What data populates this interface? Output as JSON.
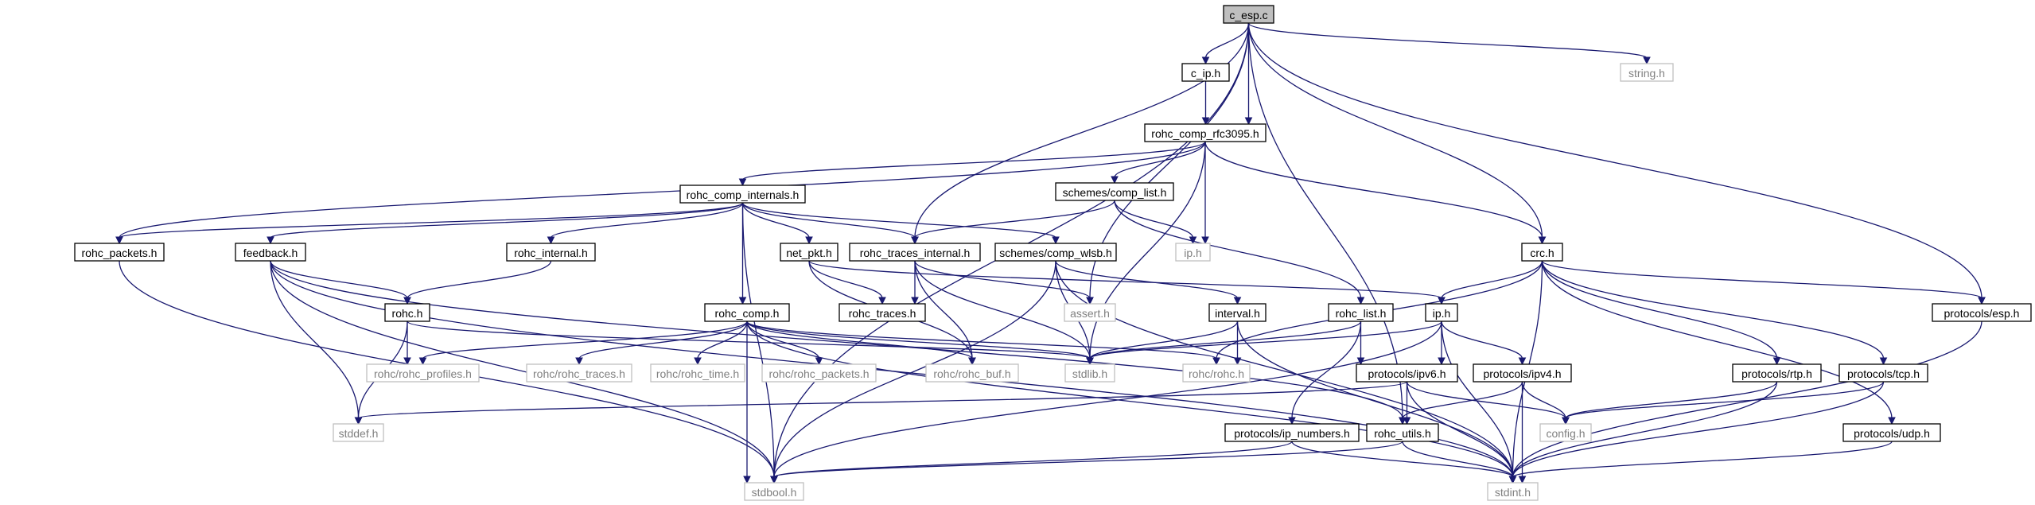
{
  "colors": {
    "edge": "#191970",
    "documented_border": "#000000",
    "undocumented_border": "#bfbfbf",
    "root_fill": "#bfbfbf",
    "undocumented_text": "#808080"
  },
  "nodes": [
    {
      "id": "c_esp_c",
      "label": "c_esp.c",
      "kind": "root"
    },
    {
      "id": "c_ip_h",
      "label": "c_ip.h",
      "kind": "documented"
    },
    {
      "id": "string_h",
      "label": "string.h",
      "kind": "undocumented"
    },
    {
      "id": "rohc_comp_rfc3095_h",
      "label": "rohc_comp_rfc3095.h",
      "kind": "documented"
    },
    {
      "id": "rohc_comp_internals_h",
      "label": "rohc_comp_internals.h",
      "kind": "documented"
    },
    {
      "id": "schemes_comp_list_h",
      "label": "schemes/comp_list.h",
      "kind": "documented"
    },
    {
      "id": "rohc_packets_h",
      "label": "rohc_packets.h",
      "kind": "documented"
    },
    {
      "id": "feedback_h",
      "label": "feedback.h",
      "kind": "documented"
    },
    {
      "id": "rohc_internal_h",
      "label": "rohc_internal.h",
      "kind": "documented"
    },
    {
      "id": "net_pkt_h",
      "label": "net_pkt.h",
      "kind": "documented"
    },
    {
      "id": "rohc_traces_internal_h",
      "label": "rohc_traces_internal.h",
      "kind": "documented"
    },
    {
      "id": "schemes_comp_wlsb_h",
      "label": "schemes/comp_wlsb.h",
      "kind": "documented"
    },
    {
      "id": "ip_h_small",
      "label": "ip.h",
      "kind": "undocumented"
    },
    {
      "id": "crc_h",
      "label": "crc.h",
      "kind": "documented"
    },
    {
      "id": "rohc_h",
      "label": "rohc.h",
      "kind": "documented"
    },
    {
      "id": "rohc_comp_h",
      "label": "rohc_comp.h",
      "kind": "documented"
    },
    {
      "id": "rohc_traces_h",
      "label": "rohc_traces.h",
      "kind": "documented"
    },
    {
      "id": "assert_h",
      "label": "assert.h",
      "kind": "undocumented"
    },
    {
      "id": "interval_h",
      "label": "interval.h",
      "kind": "documented"
    },
    {
      "id": "rohc_list_h",
      "label": "rohc_list.h",
      "kind": "documented"
    },
    {
      "id": "ip_h",
      "label": "ip.h",
      "kind": "documented"
    },
    {
      "id": "protocols_esp_h",
      "label": "protocols/esp.h",
      "kind": "documented"
    },
    {
      "id": "rohc_rohc_profiles_h",
      "label": "rohc/rohc_profiles.h",
      "kind": "undocumented"
    },
    {
      "id": "rohc_rohc_traces_h",
      "label": "rohc/rohc_traces.h",
      "kind": "undocumented"
    },
    {
      "id": "rohc_rohc_time_h",
      "label": "rohc/rohc_time.h",
      "kind": "undocumented"
    },
    {
      "id": "rohc_rohc_packets_h",
      "label": "rohc/rohc_packets.h",
      "kind": "undocumented"
    },
    {
      "id": "rohc_rohc_buf_h",
      "label": "rohc/rohc_buf.h",
      "kind": "undocumented"
    },
    {
      "id": "stdlib_h",
      "label": "stdlib.h",
      "kind": "undocumented"
    },
    {
      "id": "rohc_rohc_h",
      "label": "rohc/rohc.h",
      "kind": "undocumented"
    },
    {
      "id": "protocols_ipv6_h",
      "label": "protocols/ipv6.h",
      "kind": "documented"
    },
    {
      "id": "protocols_ipv4_h",
      "label": "protocols/ipv4.h",
      "kind": "documented"
    },
    {
      "id": "protocols_rtp_h",
      "label": "protocols/rtp.h",
      "kind": "documented"
    },
    {
      "id": "protocols_tcp_h",
      "label": "protocols/tcp.h",
      "kind": "documented"
    },
    {
      "id": "stddef_h",
      "label": "stddef.h",
      "kind": "undocumented"
    },
    {
      "id": "protocols_ip_numbers_h",
      "label": "protocols/ip_numbers.h",
      "kind": "documented"
    },
    {
      "id": "rohc_utils_h",
      "label": "rohc_utils.h",
      "kind": "documented"
    },
    {
      "id": "config_h",
      "label": "config.h",
      "kind": "undocumented"
    },
    {
      "id": "protocols_udp_h",
      "label": "protocols/udp.h",
      "kind": "documented"
    },
    {
      "id": "stdbool_h",
      "label": "stdbool.h",
      "kind": "undocumented"
    },
    {
      "id": "stdint_h",
      "label": "stdint.h",
      "kind": "undocumented"
    }
  ],
  "edges": [
    [
      "c_esp_c",
      "c_ip_h"
    ],
    [
      "c_esp_c",
      "rohc_comp_rfc3095_h"
    ],
    [
      "c_esp_c",
      "string_h"
    ],
    [
      "c_esp_c",
      "crc_h"
    ],
    [
      "c_esp_c",
      "protocols_esp_h"
    ],
    [
      "c_esp_c",
      "assert_h"
    ],
    [
      "c_esp_c",
      "rohc_traces_internal_h"
    ],
    [
      "c_esp_c",
      "stdbool_h"
    ],
    [
      "c_esp_c",
      "rohc_utils_h"
    ],
    [
      "c_ip_h",
      "rohc_comp_rfc3095_h"
    ],
    [
      "rohc_comp_rfc3095_h",
      "rohc_comp_internals_h"
    ],
    [
      "rohc_comp_rfc3095_h",
      "schemes_comp_list_h"
    ],
    [
      "rohc_comp_rfc3095_h",
      "ip_h_small"
    ],
    [
      "rohc_comp_rfc3095_h",
      "crc_h"
    ],
    [
      "rohc_comp_rfc3095_h",
      "rohc_packets_h"
    ],
    [
      "rohc_comp_rfc3095_h",
      "stdlib_h"
    ],
    [
      "rohc_comp_internals_h",
      "rohc_packets_h"
    ],
    [
      "rohc_comp_internals_h",
      "feedback_h"
    ],
    [
      "rohc_comp_internals_h",
      "rohc_internal_h"
    ],
    [
      "rohc_comp_internals_h",
      "net_pkt_h"
    ],
    [
      "rohc_comp_internals_h",
      "rohc_traces_internal_h"
    ],
    [
      "rohc_comp_internals_h",
      "schemes_comp_wlsb_h"
    ],
    [
      "rohc_comp_internals_h",
      "rohc_comp_h"
    ],
    [
      "rohc_comp_internals_h",
      "stdbool_h"
    ],
    [
      "schemes_comp_list_h",
      "rohc_traces_internal_h"
    ],
    [
      "schemes_comp_list_h",
      "ip_h_small"
    ],
    [
      "schemes_comp_list_h",
      "rohc_list_h"
    ],
    [
      "rohc_packets_h",
      "stdbool_h"
    ],
    [
      "feedback_h",
      "rohc_h"
    ],
    [
      "feedback_h",
      "stdbool_h"
    ],
    [
      "feedback_h",
      "stddef_h"
    ],
    [
      "feedback_h",
      "stdint_h"
    ],
    [
      "feedback_h",
      "rohc_utils_h"
    ],
    [
      "rohc_internal_h",
      "rohc_h"
    ],
    [
      "net_pkt_h",
      "rohc_traces_h"
    ],
    [
      "net_pkt_h",
      "ip_h"
    ],
    [
      "net_pkt_h",
      "rohc_rohc_buf_h"
    ],
    [
      "rohc_traces_internal_h",
      "rohc_traces_h"
    ],
    [
      "rohc_traces_internal_h",
      "assert_h"
    ],
    [
      "rohc_traces_internal_h",
      "rohc_rohc_buf_h"
    ],
    [
      "rohc_traces_internal_h",
      "stdlib_h"
    ],
    [
      "schemes_comp_wlsb_h",
      "interval_h"
    ],
    [
      "schemes_comp_wlsb_h",
      "stdlib_h"
    ],
    [
      "schemes_comp_wlsb_h",
      "stdint_h"
    ],
    [
      "schemes_comp_wlsb_h",
      "stdbool_h"
    ],
    [
      "crc_h",
      "ip_h"
    ],
    [
      "crc_h",
      "protocols_esp_h"
    ],
    [
      "crc_h",
      "protocols_rtp_h"
    ],
    [
      "crc_h",
      "protocols_tcp_h"
    ],
    [
      "crc_h",
      "protocols_udp_h"
    ],
    [
      "crc_h",
      "rohc_rohc_h"
    ],
    [
      "crc_h",
      "stdint_h"
    ],
    [
      "rohc_h",
      "rohc_rohc_profiles_h"
    ],
    [
      "rohc_h",
      "stddef_h"
    ],
    [
      "rohc_h",
      "stdlib_h"
    ],
    [
      "rohc_comp_h",
      "rohc_rohc_profiles_h"
    ],
    [
      "rohc_comp_h",
      "rohc_rohc_traces_h"
    ],
    [
      "rohc_comp_h",
      "rohc_rohc_time_h"
    ],
    [
      "rohc_comp_h",
      "rohc_rohc_packets_h"
    ],
    [
      "rohc_comp_h",
      "rohc_rohc_buf_h"
    ],
    [
      "rohc_comp_h",
      "stdlib_h"
    ],
    [
      "rohc_comp_h",
      "rohc_rohc_h"
    ],
    [
      "rohc_comp_h",
      "stdbool_h"
    ],
    [
      "rohc_comp_h",
      "stdint_h"
    ],
    [
      "interval_h",
      "stdlib_h"
    ],
    [
      "interval_h",
      "rohc_rohc_h"
    ],
    [
      "interval_h",
      "stdint_h"
    ],
    [
      "rohc_list_h",
      "protocols_ipv6_h"
    ],
    [
      "rohc_list_h",
      "protocols_ip_numbers_h"
    ],
    [
      "rohc_list_h",
      "stdlib_h"
    ],
    [
      "ip_h",
      "protocols_ipv6_h"
    ],
    [
      "ip_h",
      "protocols_ipv4_h"
    ],
    [
      "ip_h",
      "stdlib_h"
    ],
    [
      "ip_h",
      "stdbool_h"
    ],
    [
      "ip_h",
      "stdint_h"
    ],
    [
      "protocols_esp_h",
      "stdint_h"
    ],
    [
      "protocols_ipv6_h",
      "stddef_h"
    ],
    [
      "protocols_ipv6_h",
      "rohc_utils_h"
    ],
    [
      "protocols_ipv6_h",
      "config_h"
    ],
    [
      "protocols_ipv6_h",
      "stdint_h"
    ],
    [
      "protocols_ipv4_h",
      "rohc_utils_h"
    ],
    [
      "protocols_ipv4_h",
      "config_h"
    ],
    [
      "protocols_ipv4_h",
      "stdint_h"
    ],
    [
      "protocols_rtp_h",
      "config_h"
    ],
    [
      "protocols_rtp_h",
      "stdint_h"
    ],
    [
      "protocols_tcp_h",
      "config_h"
    ],
    [
      "protocols_tcp_h",
      "stdint_h"
    ],
    [
      "protocols_ip_numbers_h",
      "stdbool_h"
    ],
    [
      "protocols_ip_numbers_h",
      "stdint_h"
    ],
    [
      "rohc_utils_h",
      "stdbool_h"
    ],
    [
      "rohc_utils_h",
      "stdint_h"
    ],
    [
      "protocols_udp_h",
      "stdint_h"
    ]
  ]
}
